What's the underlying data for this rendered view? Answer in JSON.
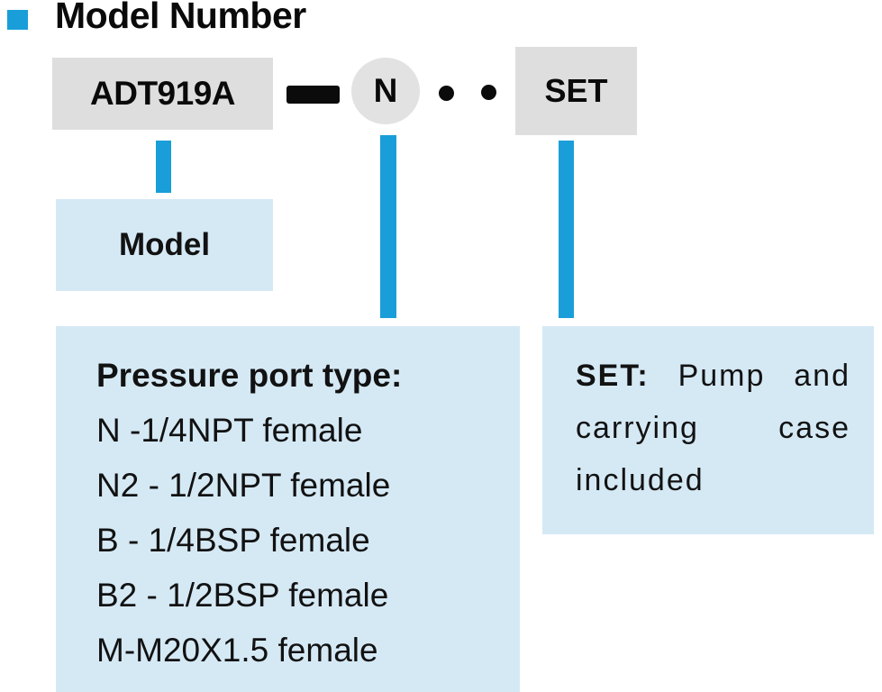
{
  "title": "Model Number",
  "colors": {
    "accent_blue": "#199ED9",
    "light_blue": "#D5E9F5",
    "box_gray": "#DEDEDE",
    "circle_gray": "#E2E2E2"
  },
  "model_code": {
    "model": "ADT919A",
    "port_code": "N",
    "suffix": "SET"
  },
  "labels": {
    "model_box": "Model"
  },
  "pressure_port": {
    "heading": "Pressure port type:",
    "options": [
      "N -1/4NPT female",
      "N2 - 1/2NPT female",
      "B - 1/4BSP female",
      "B2 - 1/2BSP female",
      "M-M20X1.5 female"
    ]
  },
  "set_note": {
    "bold": "SET:",
    "text": " Pump and carrying case included"
  }
}
